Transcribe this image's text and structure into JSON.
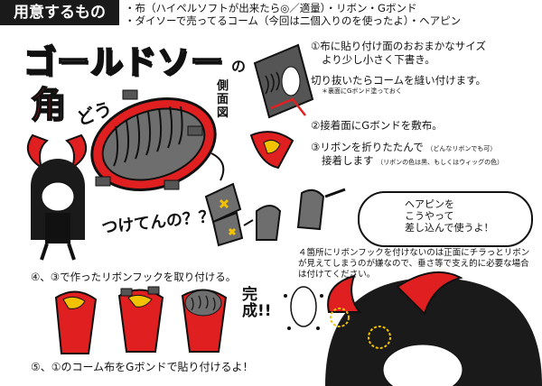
{
  "header": {
    "label": "用意するもの",
    "line1": "・布（ハイペルソフトが出来たら◎／適量）・リボン・Gボンド",
    "line2": "・ダイソーで売ってるコーム（今回は二個入りのを使ったよ）・ヘアピン"
  },
  "title": {
    "main": "ゴールドソー",
    "particle": "の"
  },
  "labels": {
    "horn": "角",
    "how": "どう",
    "side_view": "側面図",
    "question": "つけてんの？？"
  },
  "steps": {
    "s1_line1": "①布に貼り付け面のおおまかなサイズ",
    "s1_line2": "より少し小さく下書き。",
    "s1_line3": "切り抜いたらコームを縫い付けます。",
    "s1_note": "＊裏面にGボンド塗っておく",
    "s2": "②接着面にGボンドを敷布。",
    "s3_line1": "③リボンを折りたたんで",
    "s3_note1": "（どんなリボンでも可）",
    "s3_line2": "接着します",
    "s3_note2": "（リボンの色は黒、もしくはウィッグの色）",
    "s4": "④、③で作ったリボンフックを取り付ける。",
    "s5": "⑤、①のコーム布をGボンドで貼り付けるよ！"
  },
  "bubble": {
    "line1": "ヘアピンを",
    "line2": "こうやって",
    "line3": "差し込んで使うよ！"
  },
  "note": "４箇所にリボンフックを付けないのは正面にチラっとリボンが見えてしまうのが嫌なので、垂さ等で支え的に必要な場合は付けてください。",
  "finish": "完成!!",
  "colors": {
    "red": "#e02020",
    "gold": "#f2c200",
    "dark": "#1a1a1a",
    "gray": "#6e6e6e"
  }
}
